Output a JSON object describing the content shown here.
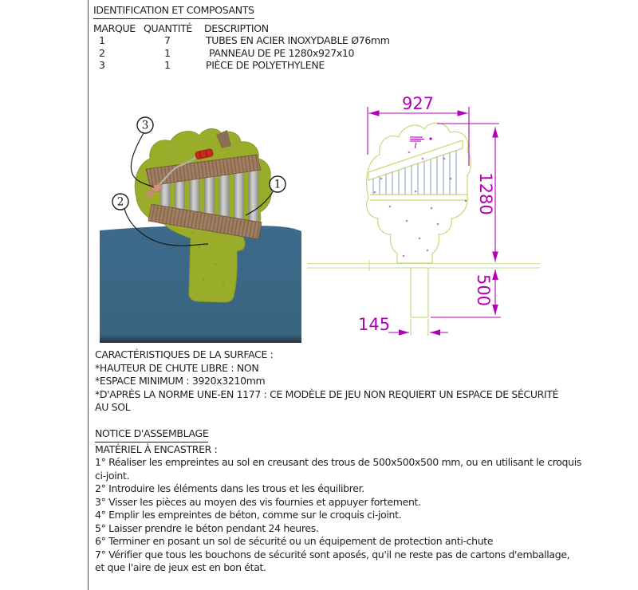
{
  "identification": {
    "title": "IDENTIFICATION ET COMPOSANTS",
    "columns": [
      "MARQUE",
      "QUANTITÉ",
      "DESCRIPTION"
    ],
    "rows": [
      {
        "marque": "1",
        "quantite": "7",
        "description": "TUBES EN ACIER INOXYDABLE Ø76mm"
      },
      {
        "marque": "2",
        "quantite": "1",
        "description": "PANNEAU DE PE 1280x927x10"
      },
      {
        "marque": "3",
        "quantite": "1",
        "description": "PIÈCE DE POLYETHYLENE"
      }
    ]
  },
  "illustration": {
    "callouts": [
      "1",
      "2",
      "3"
    ],
    "colors": {
      "panel_green": "#9aad2b",
      "ground_blue": "#3d6a8c",
      "rail_brown": "#a07e61",
      "tube_gray": "#c6c6c4",
      "mallet_red": "#c6281c"
    }
  },
  "drawing": {
    "dimensions": {
      "width_mm": "927",
      "height_mm": "1280",
      "depth_mm": "500",
      "post_width_mm": "145"
    },
    "colors": {
      "outline_green": "#c9d878",
      "tube_line_blue": "#8aa6c6",
      "dimension_magenta": "#b400b4"
    }
  },
  "surface": {
    "title": "CARACTÉRISTIQUES DE LA SURFACE :",
    "lines": [
      "*HAUTEUR DE CHUTE LIBRE : NON",
      "*ESPACE MINIMUM : 3920x3210mm",
      "*D'APRÈS LA NORME UNE-EN 1177 : CE MODÈLE DE JEU NON REQUIERT UN ESPACE DE SÉCURITÉ AU SOL"
    ]
  },
  "assembly": {
    "title": "NOTICE D'ASSEMBLAGE",
    "subtitle": "MATÉRIEL À ENCASTRER :",
    "steps": [
      "1° Réaliser les empreintes au sol en creusant des trous de 500x500x500 mm, ou en utilisant le croquis ci-joint.",
      "2° Introduire les éléments dans les trous et les équilibrer.",
      "3° Visser les pièces au moyen des vis fournies et appuyer fortement.",
      "4° Emplir les empreintes de béton, comme sur le croquis ci-joint.",
      "5° Laisser prendre le béton pendant 24 heures.",
      "6° Terminer en posant un sol de sécurité ou un équipement de protection anti-chute",
      "7° Vérifier que tous les bouchons de sécurité sont aposés, qu'il ne reste pas de cartons d'emballage, et que l'aire de jeux est en bon état."
    ]
  }
}
